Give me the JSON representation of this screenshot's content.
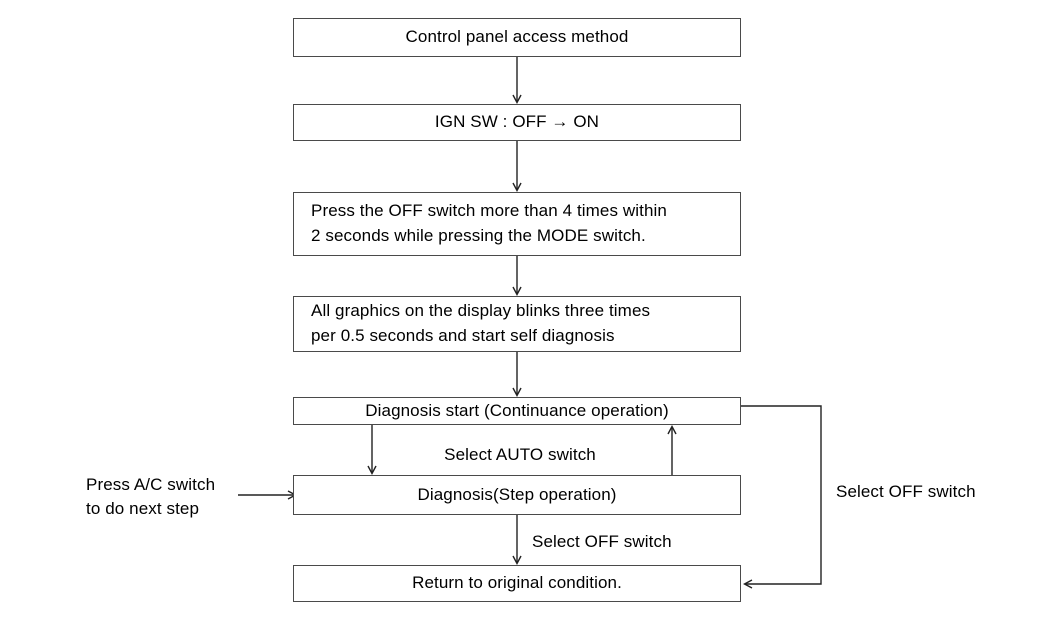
{
  "diagram": {
    "type": "flowchart",
    "title": "Control panel access method",
    "orientation": "top-to-bottom",
    "colors": {
      "background": "#ffffff",
      "box_border": "#4a4a4a",
      "box_fill": "#ffffff",
      "line": "#222222",
      "text": "#000000"
    },
    "nodes": [
      {
        "id": "n1",
        "name": "control-panel-access-method",
        "label": "Control panel access method",
        "align": "center"
      },
      {
        "id": "n2",
        "name": "ign-switch",
        "label": "IGN SW : OFF → ON",
        "align": "center"
      },
      {
        "id": "n3",
        "name": "press-off-switch",
        "label": "Press the OFF switch more than 4 times within\n2 seconds while pressing the MODE switch.",
        "align": "left"
      },
      {
        "id": "n4",
        "name": "graphics-blink",
        "label": "All graphics on the display blinks three times\nper 0.5 seconds and start self diagnosis",
        "align": "left"
      },
      {
        "id": "n5",
        "name": "diagnosis-start",
        "label": "Diagnosis start (Continuance operation)",
        "align": "center"
      },
      {
        "id": "n6",
        "name": "diagnosis-step",
        "label": "Diagnosis(Step operation)",
        "align": "center"
      },
      {
        "id": "n7",
        "name": "return-original-condition",
        "label": "Return to original condition.",
        "align": "center"
      }
    ],
    "edge_labels": [
      {
        "id": "e1",
        "name": "edge-label-select-auto-switch",
        "text": "Select AUTO switch"
      },
      {
        "id": "e2",
        "name": "edge-label-select-off-switch-down",
        "text": "Select OFF switch"
      },
      {
        "id": "e3",
        "name": "edge-label-select-off-switch-right",
        "text": "Select OFF switch"
      },
      {
        "id": "e4",
        "name": "annotation-press-ac-switch",
        "text": "Press A/C switch\nto do next step"
      }
    ]
  }
}
